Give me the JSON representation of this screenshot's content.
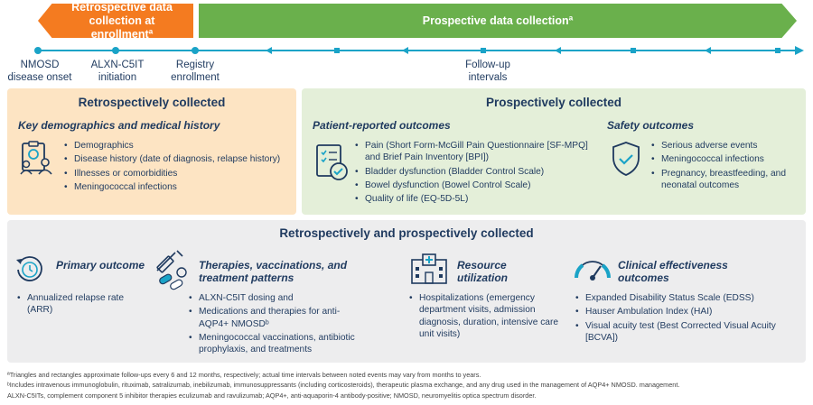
{
  "banners": {
    "retrospective": "Retrospective data collection at enrollmentª",
    "prospective": "Prospective data collectionª"
  },
  "timeline_labels": {
    "onset": "NMOSD\ndisease onset",
    "initiation": "ALXN-C5IT\ninitiation",
    "enrollment": "Registry\nenrollment",
    "followup": "Follow-up\nintervals"
  },
  "retro_panel": {
    "title": "Retrospectively collected",
    "section_title": "Key demographics and medical history",
    "items": [
      "Demographics",
      "Disease history (date of diagnosis, relapse history)",
      "Illnesses or comorbidities",
      "Meningococcal infections"
    ]
  },
  "pro_panel": {
    "title": "Prospectively collected",
    "pro_section": {
      "title": "Patient-reported outcomes",
      "items": [
        "Pain (Short Form-McGill Pain Questionnaire [SF-MPQ] and Brief Pain Inventory [BPI])",
        "Bladder dysfunction (Bladder Control Scale)",
        "Bowel dysfunction (Bowel Control Scale)",
        "Quality of life (EQ-5D-5L)"
      ]
    },
    "safety_section": {
      "title": "Safety outcomes",
      "items": [
        "Serious adverse events",
        "Meningococcal infections",
        "Pregnancy, breastfeeding, and neonatal outcomes"
      ]
    }
  },
  "both_panel": {
    "title": "Retrospectively and prospectively collected",
    "primary": {
      "title": "Primary outcome",
      "items": [
        "Annualized relapse rate (ARR)"
      ]
    },
    "therapies": {
      "title": "Therapies, vaccinations, and treatment patterns",
      "items": [
        "ALXN-C5IT dosing and",
        "Medications and therapies for anti-AQP4+ NMOSDᵇ",
        "Meningococcal vaccinations, antibiotic prophylaxis, and treatments"
      ]
    },
    "resource": {
      "title": "Resource utilization",
      "items": [
        "Hospitalizations (emergency department visits, admission diagnosis, duration, intensive care unit visits)"
      ]
    },
    "clinical": {
      "title": "Clinical effectiveness outcomes",
      "items": [
        "Expanded Disability Status Scale (EDSS)",
        "Hauser Ambulation Index (HAI)",
        "Visual acuity test (Best Corrected Visual Acuity [BCVA])"
      ]
    }
  },
  "footnotes": [
    "ªTriangles and rectangles approximate follow-ups every 6 and 12 months, respectively; actual time intervals between noted events may vary from months to years.",
    "ᵇIncludes intravenous immunoglobulin, rituximab, satralizumab, inebilizumab, immunosuppressants (including corticosteroids), therapeutic plasma exchange, and any drug used in the management of  AQP4+ NMOSD. management.",
    "ALXN-C5ITs, complement component 5 inhibitor therapies eculizumab and ravulizumab; AQP4+, anti-aquaporin-4 antibody-positive; NMOSD, neuromyelitis optica spectrum disorder."
  ],
  "colors": {
    "orange": "#f47b20",
    "green": "#6ab04c",
    "timeline": "#1aa3c7",
    "navy": "#1f3a5f",
    "retro_bg": "#fde4c3",
    "pro_bg": "#e4efd9",
    "both_bg": "#ededee"
  },
  "icons": [
    "people-clipboard-icon",
    "checklist-icon",
    "shield-check-icon",
    "clock-refresh-icon",
    "syringe-pills-icon",
    "hospital-icon",
    "gauge-icon"
  ]
}
